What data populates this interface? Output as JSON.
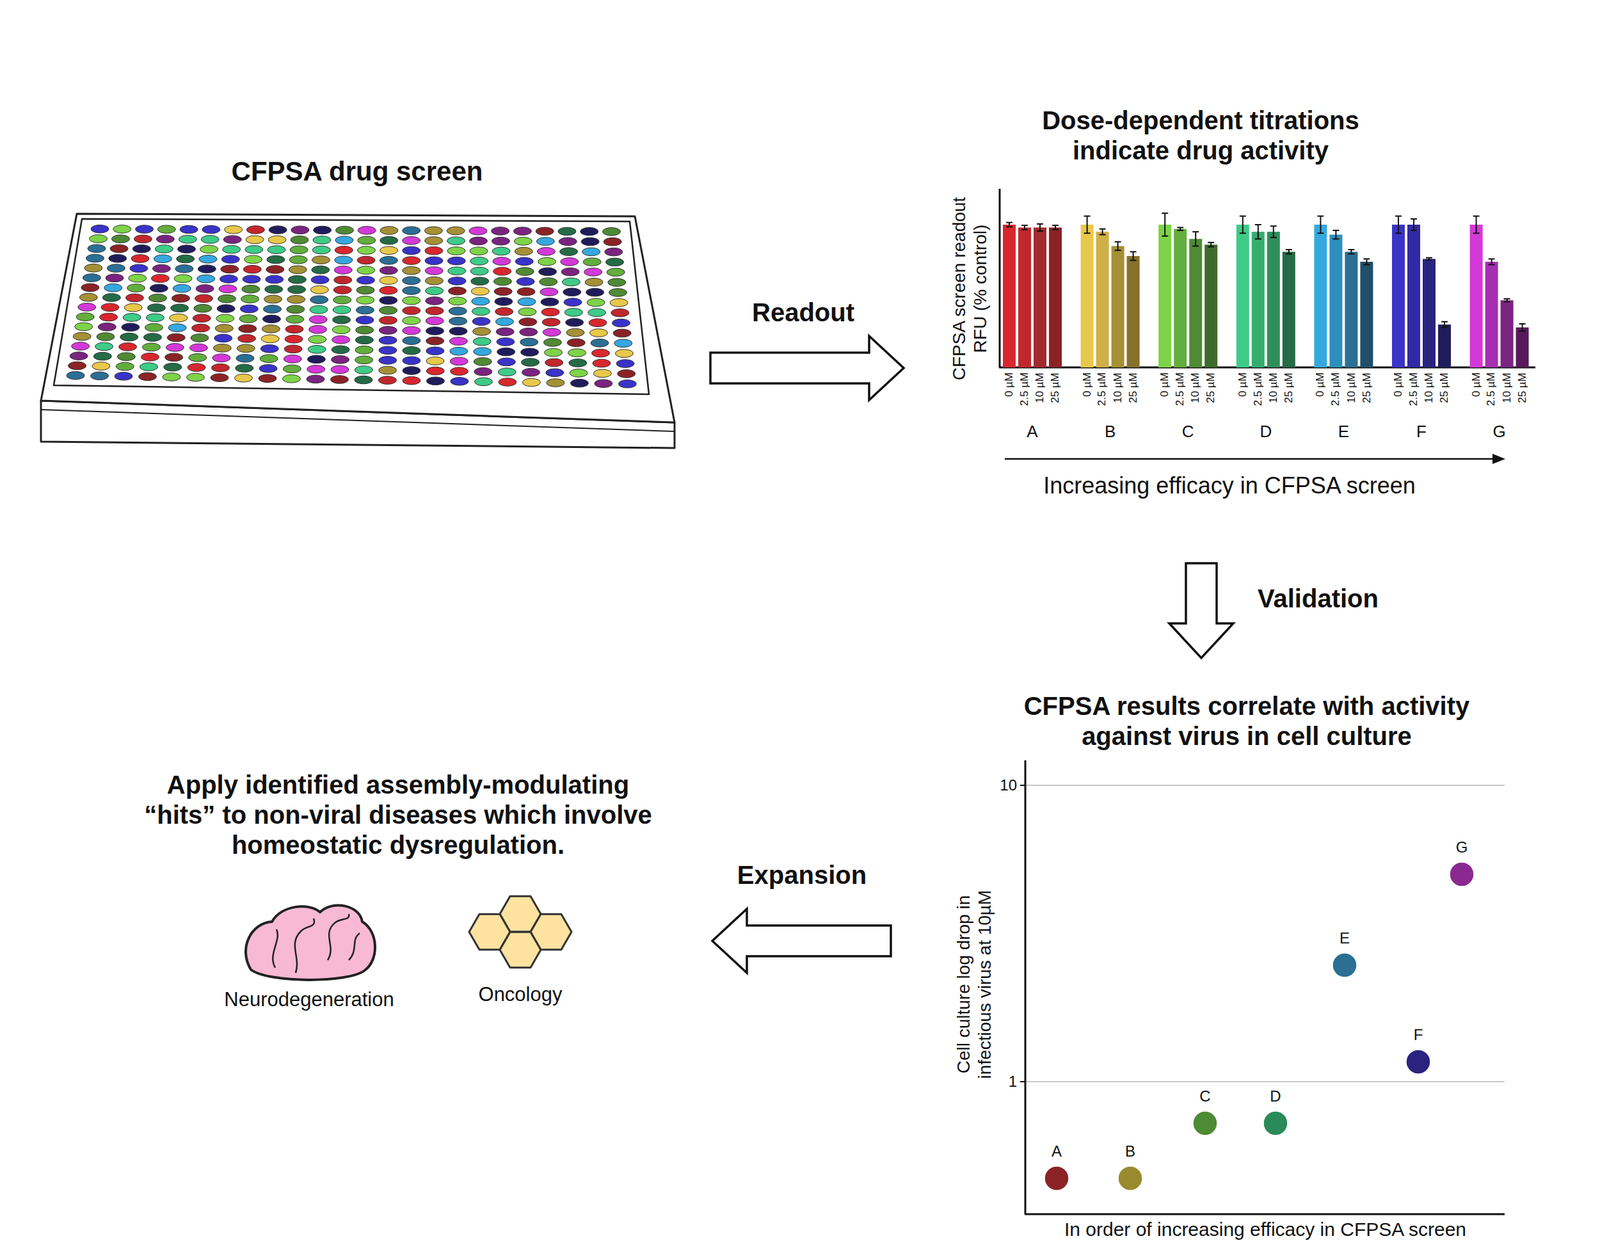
{
  "diagram": {
    "nodes": [
      {
        "text": [
          "CFPSA drug screen"
        ]
      },
      {
        "text": [
          "Dose-dependent titrations indicate drug activity"
        ]
      },
      {
        "text": [
          "CFPSA results correlate with activity against virus in cell culture"
        ]
      },
      {
        "text": [
          "Apply identified assembly-modulating “hits” to non-viral diseases which involve homeostatic dysregulation."
        ]
      }
    ],
    "edges": [
      {
        "from": 0,
        "to": 1,
        "arrow": "to",
        "label": "Readout"
      },
      {
        "from": 1,
        "to": 2,
        "arrow": "to",
        "label": "Validation"
      },
      {
        "from": 2,
        "to": 3,
        "arrow": "to",
        "label": "Expansion"
      }
    ],
    "labels": [
      "CFPSA screen readout RFU (% control)",
      "0 µM",
      "2.5 µM",
      "10 µM",
      "25 µM",
      "A",
      "0 µM",
      "2.5 µM",
      "10 µM",
      "25 µM",
      "B",
      "0 µM",
      "2.5 µM",
      "10 µM",
      "25 µM",
      "C",
      "0 µM",
      "2.5 µM",
      "10 µM",
      "25 µM",
      "D",
      "0 µM",
      "2.5 µM",
      "10 µM",
      "25 µM",
      "E",
      "0 µM",
      "2.5 µM",
      "10 µM",
      "25 µM",
      "F",
      "0 µM",
      "2.5 µM",
      "10 µM",
      "25 µM",
      "G",
      "Increasing efficacy in CFPSA screen",
      "10",
      "1",
      "Cell culture log drop in infectious virus at 10µM",
      "In order of increasing efficacy in CFPSA screen",
      "A",
      "B",
      "C",
      "D",
      "E",
      "F",
      "G",
      "Neurodegeneration",
      "Oncology"
    ]
  }
}
